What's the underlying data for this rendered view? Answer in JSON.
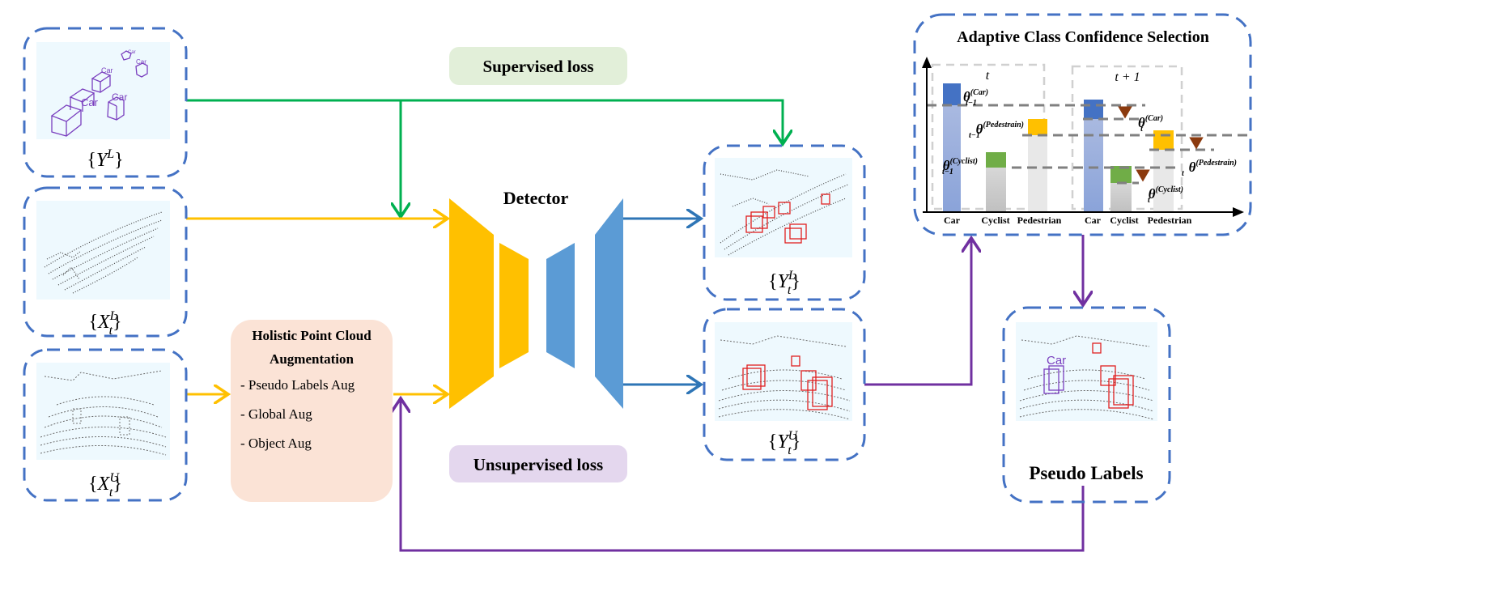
{
  "colors": {
    "panel_border": "#4472c4",
    "green_arrow": "#00b050",
    "yellow_arrow": "#ffc000",
    "blue_arrow": "#2e75b6",
    "purple_arrow": "#7030a0",
    "encoder": "#ffc000",
    "decoder": "#5b9bd5",
    "supervised_box": "#e2efd9",
    "unsupervised_box": "#e4d7ee",
    "augmentation_box": "#fbe3d6"
  },
  "inputs": {
    "labels_gt": {
      "base": "Y",
      "sup": "L",
      "sub": ""
    },
    "labeled_points": {
      "base": "X",
      "sup": "L",
      "sub": "t"
    },
    "unlabeled_points": {
      "base": "X",
      "sup": "U",
      "sub": "t"
    },
    "box_class": "Car"
  },
  "augmentation": {
    "title_line1": "Holistic Point Cloud",
    "title_line2": "Augmentation",
    "items": [
      "- Pseudo Labels Aug",
      "- Global Aug",
      "- Object Aug"
    ]
  },
  "losses": {
    "supervised": "Supervised loss",
    "unsupervised": "Unsupervised loss"
  },
  "detector": {
    "title": "Detector"
  },
  "outputs": {
    "labeled_pred": {
      "base": "Y",
      "sup": "L",
      "sub": "t"
    },
    "unlabeled_pred": {
      "base": "Y",
      "sup": "U",
      "sub": "t"
    }
  },
  "accs": {
    "title": "Adaptive Class Confidence Selection",
    "step_prev": "t",
    "step_next": "t + 1",
    "categories": [
      "Car",
      "Cyclist",
      "Pedestrian"
    ],
    "bar_colors": {
      "Car": "#4472c4",
      "Cyclist": "#70ad47",
      "Pedestrian": "#ffc000"
    },
    "thresholds_prev": [
      {
        "theta": "θ",
        "sup": "(Car)",
        "sub": "t−1"
      },
      {
        "theta": "θ",
        "sup": "(Pedestrain)",
        "sub": "t−1"
      },
      {
        "theta": "θ",
        "sup": "(Cyclist)",
        "sub": "t−1"
      }
    ],
    "thresholds_next": [
      {
        "theta": "θ",
        "sup": "(Car)",
        "sub": "t"
      },
      {
        "theta": "θ",
        "sup": "(Pedestrain)",
        "sub": "t"
      },
      {
        "theta": "θ",
        "sup": "(Cyclist)",
        "sub": "t"
      }
    ]
  },
  "pseudo": {
    "title": "Pseudo Labels",
    "box_class": "Car"
  }
}
